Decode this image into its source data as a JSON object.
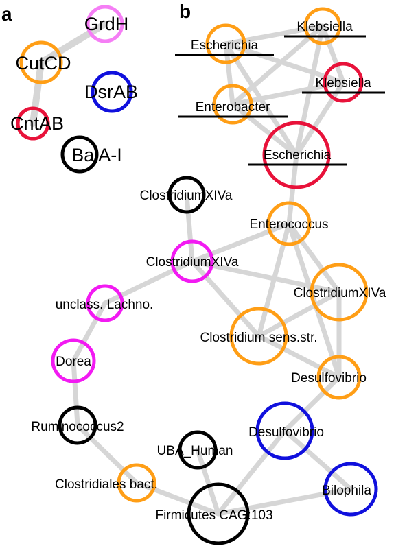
{
  "colors": {
    "orange": "#FF9E16",
    "magenta": "#F21AF2",
    "light-magenta": "#F57EF5",
    "blue": "#1010DD",
    "red": "#E8123A",
    "black": "#000000",
    "edge": "#D6D6D6"
  },
  "panels": {
    "a": "a",
    "b": "b"
  },
  "legend": [
    {
      "id": "grdh",
      "label": "GrdH",
      "color": "light-magenta"
    },
    {
      "id": "cutcd",
      "label": "CutCD",
      "color": "orange"
    },
    {
      "id": "dsrab",
      "label": "DsrAB",
      "color": "blue"
    },
    {
      "id": "cntab",
      "label": "CntAB",
      "color": "red"
    },
    {
      "id": "baiai",
      "label": "BaiA-I",
      "color": "black"
    }
  ],
  "nodes": [
    {
      "id": "escherichia1",
      "label": "Escherichia",
      "color": "orange",
      "underline": true
    },
    {
      "id": "klebsiella1",
      "label": "Klebsiella",
      "color": "orange",
      "underline": true
    },
    {
      "id": "klebsiella2",
      "label": "Klebsiella",
      "color": "red",
      "underline": true
    },
    {
      "id": "enterobacter",
      "label": "Enterobacter",
      "color": "orange",
      "underline": true
    },
    {
      "id": "escherichia2",
      "label": "Escherichia",
      "color": "red",
      "underline": true
    },
    {
      "id": "clostxiva_black",
      "label": "ClostridiumXIVa",
      "color": "black",
      "underline": false
    },
    {
      "id": "enterococcus",
      "label": "Enterococcus",
      "color": "orange",
      "underline": false
    },
    {
      "id": "clostxiva_mag",
      "label": "ClostridiumXIVa",
      "color": "magenta",
      "underline": false
    },
    {
      "id": "clostxiva_orange",
      "label": "ClostridiumXIVa",
      "color": "orange",
      "underline": false
    },
    {
      "id": "unclass_lachno",
      "label": "unclass. Lachno.",
      "color": "magenta",
      "underline": false
    },
    {
      "id": "clost_sens",
      "label": "Clostridium sens.str.",
      "color": "orange",
      "underline": false
    },
    {
      "id": "dorea",
      "label": "Dorea",
      "color": "magenta",
      "underline": false
    },
    {
      "id": "desulfo_orange",
      "label": "Desulfovibrio",
      "color": "orange",
      "underline": false
    },
    {
      "id": "rumino2",
      "label": "Ruminococcus2",
      "color": "black",
      "underline": false
    },
    {
      "id": "desulfo_blue",
      "label": "Desulfovibrio",
      "color": "blue",
      "underline": false
    },
    {
      "id": "uba_human",
      "label": "UBA_Human",
      "color": "black",
      "underline": false
    },
    {
      "id": "clostridiales",
      "label": "Clostridiales bact.",
      "color": "orange",
      "underline": false
    },
    {
      "id": "bilophila",
      "label": "Bilophila",
      "color": "blue",
      "underline": false
    },
    {
      "id": "firmicutes",
      "label": "Firmicutes CAG:103",
      "color": "black",
      "underline": false
    }
  ],
  "legend_edges": [
    [
      "grdh",
      "cutcd"
    ],
    [
      "cutcd",
      "cntab"
    ]
  ],
  "edges": [
    [
      "escherichia1",
      "klebsiella1"
    ],
    [
      "escherichia1",
      "klebsiella2"
    ],
    [
      "escherichia1",
      "enterobacter"
    ],
    [
      "escherichia1",
      "escherichia2"
    ],
    [
      "klebsiella1",
      "klebsiella2"
    ],
    [
      "klebsiella1",
      "enterobacter"
    ],
    [
      "klebsiella1",
      "escherichia2"
    ],
    [
      "klebsiella2",
      "enterobacter"
    ],
    [
      "klebsiella2",
      "escherichia2"
    ],
    [
      "enterobacter",
      "escherichia2"
    ],
    [
      "escherichia2",
      "enterococcus"
    ],
    [
      "clostxiva_black",
      "clostxiva_mag"
    ],
    [
      "enterococcus",
      "clostxiva_mag"
    ],
    [
      "enterococcus",
      "clostxiva_orange"
    ],
    [
      "enterococcus",
      "clost_sens"
    ],
    [
      "enterococcus",
      "desulfo_orange"
    ],
    [
      "clostxiva_mag",
      "unclass_lachno"
    ],
    [
      "clostxiva_mag",
      "clostxiva_orange"
    ],
    [
      "clostxiva_mag",
      "clost_sens"
    ],
    [
      "clostxiva_orange",
      "clost_sens"
    ],
    [
      "clostxiva_orange",
      "desulfo_orange"
    ],
    [
      "clost_sens",
      "desulfo_orange"
    ],
    [
      "unclass_lachno",
      "dorea"
    ],
    [
      "dorea",
      "rumino2"
    ],
    [
      "rumino2",
      "clostridiales"
    ],
    [
      "desulfo_orange",
      "desulfo_blue"
    ],
    [
      "desulfo_blue",
      "bilophila"
    ],
    [
      "desulfo_blue",
      "firmicutes"
    ],
    [
      "clostridiales",
      "firmicutes"
    ],
    [
      "uba_human",
      "firmicutes"
    ],
    [
      "bilophila",
      "firmicutes"
    ]
  ]
}
